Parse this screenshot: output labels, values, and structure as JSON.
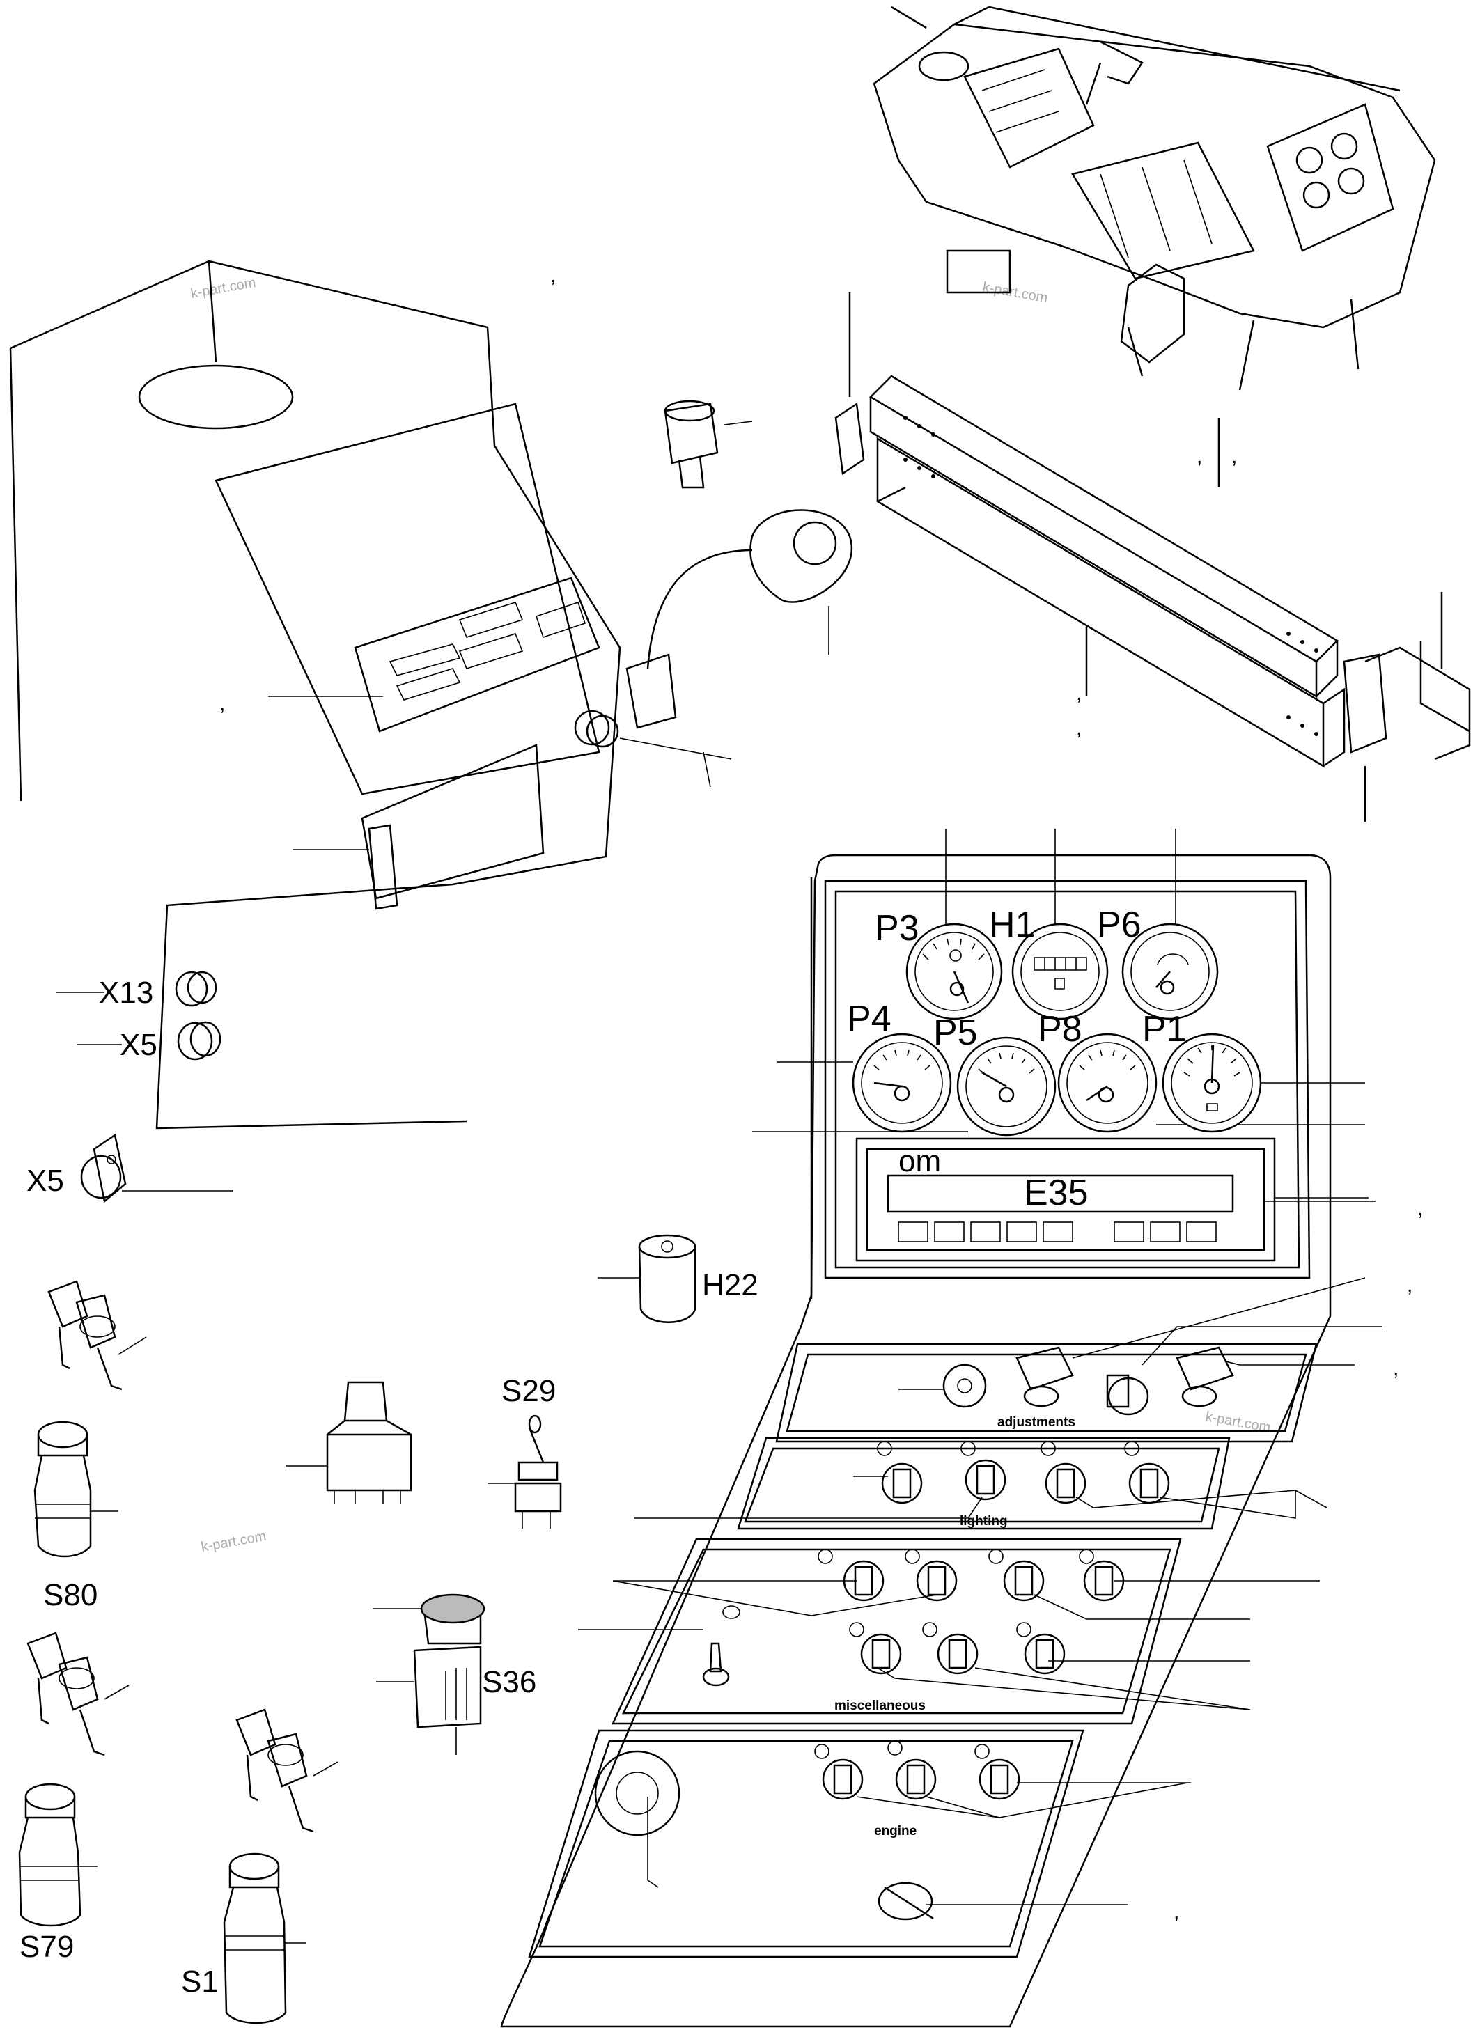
{
  "diagram": {
    "labels": {
      "x13": "X13",
      "x5_plug": "X5",
      "x5_socket": "X5",
      "h22": "H22",
      "s29": "S29",
      "s80": "S80",
      "s36": "S36",
      "s79": "S79",
      "s1": "S1",
      "p3": "P3",
      "h1": "H1",
      "p6": "P6",
      "p4": "P4",
      "p5": "P5",
      "p8": "P8",
      "p1": "P1",
      "e35": "E35"
    },
    "sections": {
      "adjustments": "adjustments",
      "lighting": "lighting",
      "miscellaneous": "miscellaneous",
      "engine": "engine"
    },
    "display_logo": "om",
    "watermark": "k-part.com"
  }
}
